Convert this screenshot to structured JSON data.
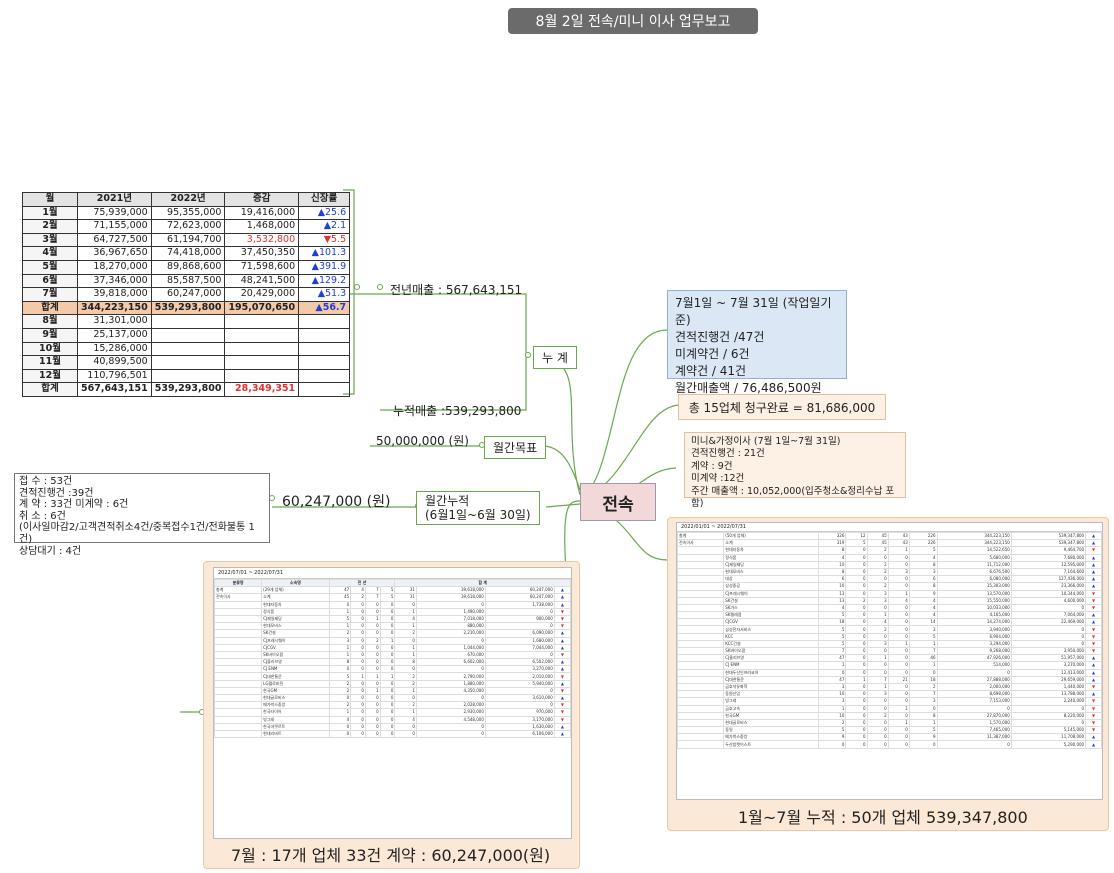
{
  "title": "8월  2일 전속/미니 이사 업무보고",
  "central": "전속",
  "nodes": {
    "cumulative": "누 계",
    "prev_sales_label": "전년매출 : 567,643,151",
    "cum_sales_label": "누적매출 :539,293,800",
    "monthly_target_box": "월간목표",
    "monthly_target_value": "50,000,000 (원)",
    "monthly_cum_box_line1": "월간누적",
    "monthly_cum_box_line2": "(6월1일~6월 30일)",
    "monthly_cum_value": "60,247,000 (원)",
    "claim_done": "총 15업체 청구완료 = 81,686,000"
  },
  "blue_box": {
    "lines": [
      "7월1일 ~ 7월 31일 (작업일기준)",
      "견적진행건 /47건",
      "미계약건 / 6건",
      "계약건 / 41건",
      "월간매출액 / 76,486,500원"
    ]
  },
  "mini_box": {
    "lines": [
      "미니&가정이사 (7월 1일~7월 31일)",
      "견적진행건 : 21건",
      "계약 : 9건",
      "미계약 :12건",
      "주간 매출액 : 10,052,000(입주청소&정리수납 포함)"
    ]
  },
  "note_box": {
    "lines": [
      "접   수 : 53건",
      "견적진행건 :39건",
      "계   약  : 33건 미계약 : 6건",
      "취   소 : 6건",
      "(이사일마감2/고객견적취소4건/중복접수1건/전화불통 1건)",
      "상담대기 : 4건"
    ]
  },
  "sales_table": {
    "headers": [
      "월",
      "2021년",
      "2022년",
      "증감",
      "신장률"
    ],
    "rows": [
      {
        "month": "1월",
        "y2021": "75,939,000",
        "y2022": "95,355,000",
        "diff": "19,416,000",
        "growth": "▲25.6",
        "dir": "up"
      },
      {
        "month": "2월",
        "y2021": "71,155,000",
        "y2022": "72,623,000",
        "diff": "1,468,000",
        "growth": "▲2.1",
        "dir": "up"
      },
      {
        "month": "3월",
        "y2021": "64,727,500",
        "y2022": "61,194,700",
        "diff": "3,532,800",
        "growth": "▼5.5",
        "dir": "down"
      },
      {
        "month": "4월",
        "y2021": "36,967,650",
        "y2022": "74,418,000",
        "diff": "37,450,350",
        "growth": "▲101.3",
        "dir": "up"
      },
      {
        "month": "5월",
        "y2021": "18,270,000",
        "y2022": "89,868,600",
        "diff": "71,598,600",
        "growth": "▲391.9",
        "dir": "up"
      },
      {
        "month": "6월",
        "y2021": "37,346,000",
        "y2022": "85,587,500",
        "diff": "48,241,500",
        "growth": "▲129.2",
        "dir": "up"
      },
      {
        "month": "7월",
        "y2021": "39,818,000",
        "y2022": "60,247,000",
        "diff": "20,429,000",
        "growth": "▲51.3",
        "dir": "up"
      }
    ],
    "subtotal": {
      "month": "합계",
      "y2021": "344,223,150",
      "y2022": "539,293,800",
      "diff": "195,070,650",
      "growth": "▲56.7"
    },
    "rows2": [
      {
        "month": "8월",
        "y2021": "31,301,000"
      },
      {
        "month": "9월",
        "y2021": "25,137,000"
      },
      {
        "month": "10월",
        "y2021": "15,286,000"
      },
      {
        "month": "11월",
        "y2021": "40,899,500"
      },
      {
        "month": "12월",
        "y2021": "110,796,501"
      }
    ],
    "total": {
      "month": "합계",
      "y2021": "567,643,151",
      "y2022": "539,293,800",
      "diff": "28,349,351"
    }
  },
  "left_panel": {
    "caption": "7월 : 17개 업체  33건 계약 : 60,247,000(원)",
    "period": "2022/07/01 ~ 2022/07/31",
    "head_group": [
      "분류명",
      "소속명",
      "전  년",
      "합  계"
    ],
    "rows": [
      [
        "총계",
        "(29개 업체)",
        "47",
        "4",
        "7",
        "5",
        "31",
        "39,618,000",
        "60,247,000",
        "▲"
      ],
      [
        "전속이사",
        "소계",
        "45",
        "2",
        "7",
        "5",
        "31",
        "39,618,000",
        "60,247,000",
        "▲"
      ],
      [
        "",
        "현대자동차",
        "0",
        "0",
        "0",
        "0",
        "0",
        "0",
        "1,738,000",
        "▲"
      ],
      [
        "",
        "정식품",
        "1",
        "0",
        "0",
        "0",
        "1",
        "1,490,000",
        "0",
        "▼"
      ],
      [
        "",
        "CJ제일제당",
        "5",
        "0",
        "1",
        "0",
        "4",
        "7,018,000",
        "900,000",
        "▼"
      ],
      [
        "",
        "현대모비스",
        "1",
        "0",
        "0",
        "0",
        "1",
        "880,000",
        "0",
        "▼"
      ],
      [
        "",
        "SK건설",
        "2",
        "0",
        "0",
        "0",
        "2",
        "2,210,000",
        "6,090,000",
        "▲"
      ],
      [
        "",
        "CJ프레시웨이",
        "3",
        "0",
        "2",
        "1",
        "0",
        "0",
        "1,680,000",
        "▲"
      ],
      [
        "",
        "CJCGV",
        "1",
        "0",
        "0",
        "0",
        "1",
        "1,044,000",
        "7,044,000",
        "▲"
      ],
      [
        "",
        "SK바이오팜",
        "1",
        "0",
        "0",
        "0",
        "1",
        "670,000",
        "0",
        "▼"
      ],
      [
        "",
        "CJ올리브영",
        "8",
        "0",
        "0",
        "0",
        "8",
        "6,602,000",
        "6,502,000",
        "▲"
      ],
      [
        "",
        "CJ ENM",
        "0",
        "0",
        "0",
        "0",
        "0",
        "0",
        "3,270,000",
        "▲"
      ],
      [
        "",
        "CJ대한통운",
        "5",
        "1",
        "1",
        "1",
        "2",
        "2,790,000",
        "2,010,000",
        "▼"
      ],
      [
        "",
        "LG헬로비전",
        "2",
        "0",
        "0",
        "0",
        "2",
        "1,880,000",
        "5,940,000",
        "▲"
      ],
      [
        "",
        "한국GM",
        "2",
        "0",
        "1",
        "0",
        "1",
        "4,350,000",
        "0",
        "▼"
      ],
      [
        "",
        "현대글로비스",
        "0",
        "0",
        "0",
        "0",
        "0",
        "0",
        "3,610,000",
        "▲"
      ],
      [
        "",
        "메가박스중앙",
        "2",
        "0",
        "0",
        "0",
        "2",
        "2,028,000",
        "0",
        "▼"
      ],
      [
        "",
        "한국타이어",
        "1",
        "0",
        "0",
        "0",
        "1",
        "2,930,000",
        "970,000",
        "▼"
      ],
      [
        "",
        "빙그레",
        "4",
        "0",
        "0",
        "0",
        "4",
        "4,548,000",
        "3,170,000",
        "▼"
      ],
      [
        "",
        "한국야쿠르트",
        "0",
        "0",
        "0",
        "0",
        "0",
        "0",
        "1,630,000",
        "▲"
      ],
      [
        "",
        "현대리바트",
        "0",
        "0",
        "0",
        "0",
        "0",
        "0",
        "6,106,000",
        "▲"
      ]
    ]
  },
  "right_panel": {
    "caption": "1월~7월 누적 : 50개 업체 539,347,800",
    "period": "2022/01/01 ~ 2022/07/31",
    "rows": [
      [
        "총계",
        "(50개 업체)",
        "326",
        "12",
        "45",
        "43",
        "226",
        "344,223,150",
        "539,347,800",
        "▲"
      ],
      [
        "전속이사",
        "소계",
        "319",
        "5",
        "45",
        "43",
        "226",
        "344,223,150",
        "539,347,800",
        "▲"
      ],
      [
        "",
        "현대자동차",
        "8",
        "0",
        "2",
        "1",
        "5",
        "14,522,650",
        "9,464,700",
        "▼"
      ],
      [
        "",
        "정식품",
        "4",
        "0",
        "0",
        "0",
        "4",
        "5,680,000",
        "7,680,000",
        "▲"
      ],
      [
        "",
        "CJ제일제당",
        "10",
        "0",
        "2",
        "0",
        "8",
        "11,712,000",
        "12,595,000",
        "▲"
      ],
      [
        "",
        "현대모비스",
        "8",
        "0",
        "2",
        "3",
        "3",
        "6,676,500",
        "7,164,600",
        "▲"
      ],
      [
        "",
        "대상",
        "6",
        "0",
        "0",
        "0",
        "6",
        "6,080,000",
        "127,436,000",
        "▲"
      ],
      [
        "",
        "삼성중공",
        "10",
        "0",
        "2",
        "0",
        "8",
        "15,303,000",
        "23,366,000",
        "▲"
      ],
      [
        "",
        "CJ프레시웨이",
        "13",
        "0",
        "3",
        "1",
        "9",
        "13,570,000",
        "10,344,000",
        "▼"
      ],
      [
        "",
        "SK건설",
        "13",
        "2",
        "3",
        "4",
        "4",
        "15,550,000",
        "4,600,000",
        "▼"
      ],
      [
        "",
        "SK가스",
        "4",
        "0",
        "0",
        "0",
        "4",
        "10,033,000",
        "0",
        "▼"
      ],
      [
        "",
        "SK텔레콤",
        "5",
        "0",
        "1",
        "0",
        "4",
        "4,165,000",
        "7,064,000",
        "▲"
      ],
      [
        "",
        "CJCGV",
        "18",
        "0",
        "4",
        "0",
        "14",
        "14,274,000",
        "22,469,000",
        "▲"
      ],
      [
        "",
        "삼성전자서비스",
        "5",
        "0",
        "2",
        "0",
        "3",
        "3,940,000",
        "0",
        "▼"
      ],
      [
        "",
        "KCC",
        "5",
        "0",
        "0",
        "0",
        "5",
        "6,904,000",
        "0",
        "▼"
      ],
      [
        "",
        "KCC건설",
        "5",
        "0",
        "3",
        "1",
        "1",
        "3,294,000",
        "0",
        "▼"
      ],
      [
        "",
        "SK바이오팜",
        "7",
        "0",
        "0",
        "0",
        "7",
        "9,268,000",
        "3,950,000",
        "▼"
      ],
      [
        "",
        "CJ올리브영",
        "47",
        "0",
        "1",
        "0",
        "46",
        "47,926,000",
        "51,957,000",
        "▲"
      ],
      [
        "",
        "CJ ENM",
        "1",
        "0",
        "0",
        "0",
        "1",
        "514,000",
        "3,270,000",
        "▲"
      ],
      [
        "",
        "현대두산인프라코어",
        "0",
        "0",
        "0",
        "0",
        "0",
        "0",
        "12,413,000",
        "▲"
      ],
      [
        "",
        "CJ대한통운",
        "47",
        "1",
        "7",
        "21",
        "18",
        "27,888,000",
        "29,659,000",
        "▲"
      ],
      [
        "",
        "금호석유화학",
        "3",
        "0",
        "1",
        "0",
        "2",
        "2,000,000",
        "1,440,000",
        "▼"
      ],
      [
        "",
        "동원산업",
        "10",
        "0",
        "3",
        "0",
        "7",
        "8,698,000",
        "13,788,000",
        "▲"
      ],
      [
        "",
        "빙그레",
        "3",
        "0",
        "0",
        "0",
        "3",
        "7,153,000",
        "2,240,000",
        "▼"
      ],
      [
        "",
        "금호고속",
        "1",
        "0",
        "0",
        "1",
        "0",
        "0",
        "0",
        "▼"
      ],
      [
        "",
        "한국GM",
        "10",
        "0",
        "2",
        "0",
        "8",
        "27,870,000",
        "8,220,000",
        "▼"
      ],
      [
        "",
        "현대글로비스",
        "2",
        "0",
        "0",
        "1",
        "1",
        "1,570,000",
        "0",
        "▼"
      ],
      [
        "",
        "동일",
        "5",
        "0",
        "0",
        "0",
        "5",
        "7,465,000",
        "5,145,000",
        "▼"
      ],
      [
        "",
        "메가박스중앙",
        "9",
        "0",
        "0",
        "0",
        "9",
        "11,387,000",
        "11,708,000",
        "▲"
      ],
      [
        "",
        "두산밥캣이스트",
        "0",
        "0",
        "0",
        "0",
        "0",
        "0",
        "5,290,000",
        "▲"
      ]
    ]
  }
}
